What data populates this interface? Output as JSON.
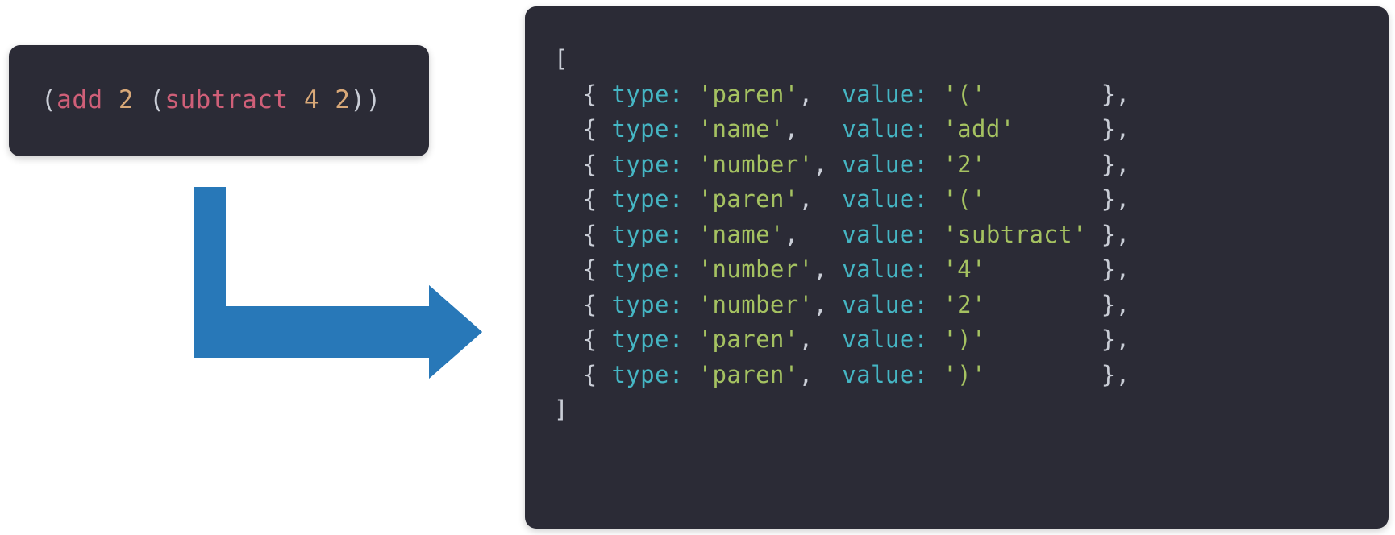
{
  "diagram": {
    "title": "tokenizer-transformation",
    "background_color": "#ffffff",
    "arrow": {
      "name": "flow-arrow",
      "direction": "down-then-right",
      "color": "#2878b8"
    }
  },
  "input_panel": {
    "name": "source-code-panel",
    "background_color": "#2b2b36",
    "code_text": "(add 2 (subtract 4 2))",
    "tokens": [
      {
        "text": "(",
        "kind": "paren"
      },
      {
        "text": "add",
        "kind": "name"
      },
      {
        "text": " ",
        "kind": "space"
      },
      {
        "text": "2",
        "kind": "number"
      },
      {
        "text": " ",
        "kind": "space"
      },
      {
        "text": "(",
        "kind": "paren"
      },
      {
        "text": "subtract",
        "kind": "name"
      },
      {
        "text": " ",
        "kind": "space"
      },
      {
        "text": "4",
        "kind": "number"
      },
      {
        "text": " ",
        "kind": "space"
      },
      {
        "text": "2",
        "kind": "number"
      },
      {
        "text": ")",
        "kind": "paren"
      },
      {
        "text": ")",
        "kind": "paren"
      }
    ],
    "colors": {
      "paren": "#c9cdd6",
      "name": "#cf5f78",
      "number": "#d8a878"
    }
  },
  "output_panel": {
    "name": "token-array-panel",
    "background_color": "#2b2b36",
    "open_bracket": "[",
    "close_bracket": "]",
    "open_brace": "{",
    "close_brace": "}",
    "comma": ",",
    "key_type": "type:",
    "key_value": "value:",
    "colors": {
      "punctuation": "#c9cdd6",
      "key": "#45b6c4",
      "string": "#a5c261"
    },
    "tokens": [
      {
        "type": "'paren',",
        "type_raw": "paren",
        "value": "'('",
        "value_raw": "("
      },
      {
        "type": "'name',",
        "type_raw": "name",
        "value": "'add'",
        "value_raw": "add"
      },
      {
        "type": "'number',",
        "type_raw": "number",
        "value": "'2'",
        "value_raw": "2"
      },
      {
        "type": "'paren',",
        "type_raw": "paren",
        "value": "'('",
        "value_raw": "("
      },
      {
        "type": "'name',",
        "type_raw": "name",
        "value": "'subtract'",
        "value_raw": "subtract"
      },
      {
        "type": "'number',",
        "type_raw": "number",
        "value": "'4'",
        "value_raw": "4"
      },
      {
        "type": "'number',",
        "type_raw": "number",
        "value": "'2'",
        "value_raw": "2"
      },
      {
        "type": "'paren',",
        "type_raw": "paren",
        "value": "')'",
        "value_raw": ")"
      },
      {
        "type": "'paren',",
        "type_raw": "paren",
        "value": "')'",
        "value_raw": ")"
      }
    ],
    "full_text": "[\n  { type: 'paren',  value: '('        },\n  { type: 'name',   value: 'add'      },\n  { type: 'number', value: '2'        },\n  { type: 'paren',  value: '('        },\n  { type: 'name',   value: 'subtract' },\n  { type: 'number', value: '4'        },\n  { type: 'number', value: '2'        },\n  { type: 'paren',  value: ')'        },\n  { type: 'paren',  value: ')'        },\n]"
  }
}
